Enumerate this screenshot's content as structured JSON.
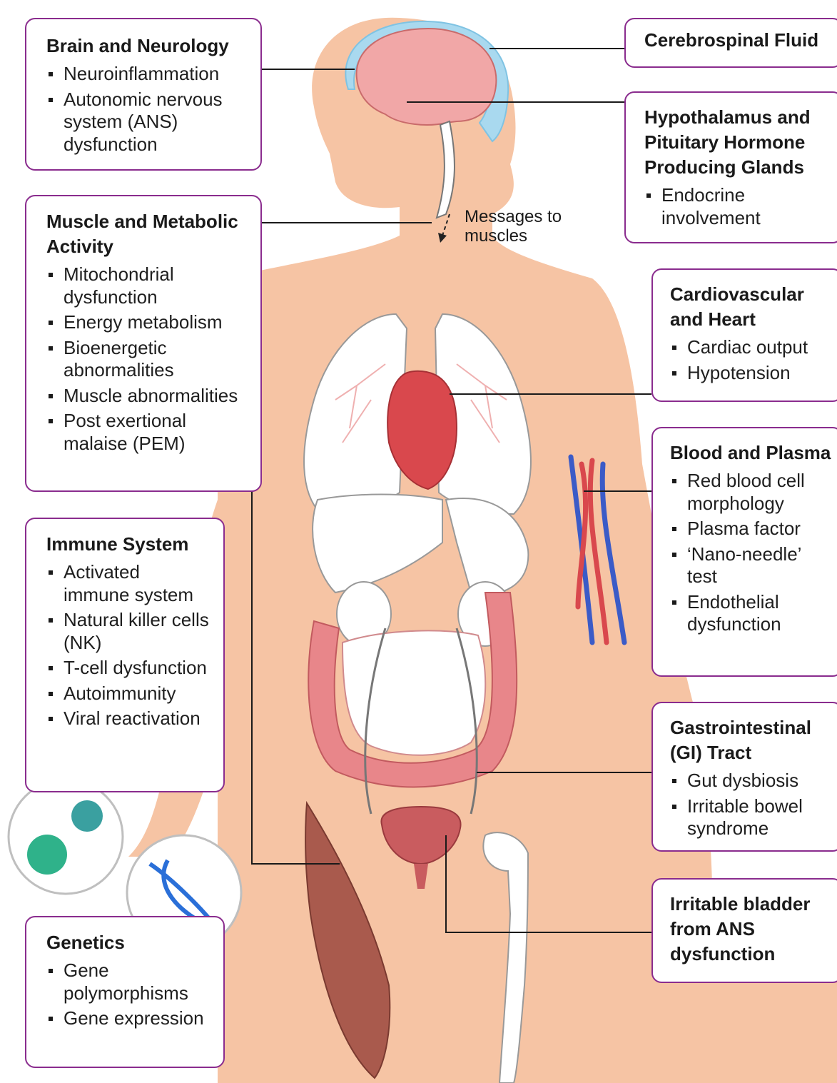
{
  "panels": {
    "brain": {
      "title": "Brain and Neurology",
      "items": [
        "Neuroinflammation",
        "Autonomic nervous system (ANS) dysfunction"
      ]
    },
    "muscle": {
      "title": "Muscle and Metabolic Activity",
      "items": [
        "Mitochondrial dysfunction",
        "Energy metabolism",
        "Bioenergetic abnormalities",
        "Muscle abnormalities",
        "Post exertional malaise (PEM)"
      ]
    },
    "immune": {
      "title": "Immune System",
      "items": [
        "Activated immune system",
        "Natural killer cells (NK)",
        "T-cell dysfunction",
        "Autoimmunity",
        "Viral reactivation"
      ]
    },
    "genetics": {
      "title": "Genetics",
      "items": [
        "Gene polymorphisms",
        "Gene expression"
      ]
    },
    "csf": {
      "title": "Cerebrospinal Fluid"
    },
    "hypothalamus": {
      "title": "Hypothalamus and Pituitary Hormone Producing Glands",
      "items": [
        "Endocrine involvement"
      ]
    },
    "cardio": {
      "title": "Cardiovascular and Heart",
      "items": [
        "Cardiac output",
        "Hypotension"
      ]
    },
    "blood": {
      "title": "Blood and Plasma",
      "items": [
        "Red blood cell morphology",
        "Plasma factor",
        "‘Nano-needle’ test",
        "Endothelial dysfunction"
      ]
    },
    "gi": {
      "title": "Gastrointestinal (GI) Tract",
      "items": [
        "Gut dysbiosis",
        "Irritable bowel syndrome"
      ]
    },
    "bladder": {
      "title": "Irritable bladder from ANS dysfunction"
    }
  },
  "annotation": {
    "messages": "Messages to muscles"
  },
  "colors": {
    "border": "#8a2c8e",
    "skin": "#f6c4a4",
    "organ_red": "#d9484d",
    "intestine_pink": "#e8868a",
    "vein_blue": "#3b5bc7"
  }
}
